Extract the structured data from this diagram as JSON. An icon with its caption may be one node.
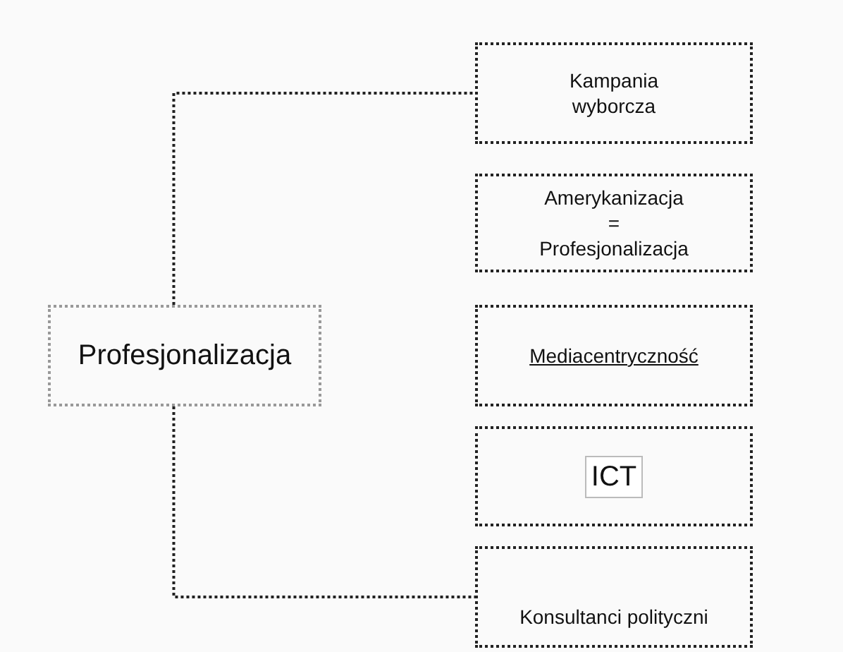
{
  "diagram": {
    "nodes": [
      {
        "text": [
          "Profesjonalizacja"
        ]
      },
      {
        "text": [
          "Kampania wyborcza"
        ]
      },
      {
        "text": [
          "Amerykanizacja",
          "=",
          "Profesjonalizacja"
        ]
      },
      {
        "text": [
          "Mediacentryczność"
        ]
      },
      {
        "text": [
          "ICT"
        ]
      },
      {
        "text": [
          "Konsultanci polityczni"
        ]
      }
    ],
    "edges": [
      {
        "from": 0,
        "to": 1,
        "arrow": "none"
      },
      {
        "from": 0,
        "to": 5,
        "arrow": "none"
      }
    ]
  }
}
